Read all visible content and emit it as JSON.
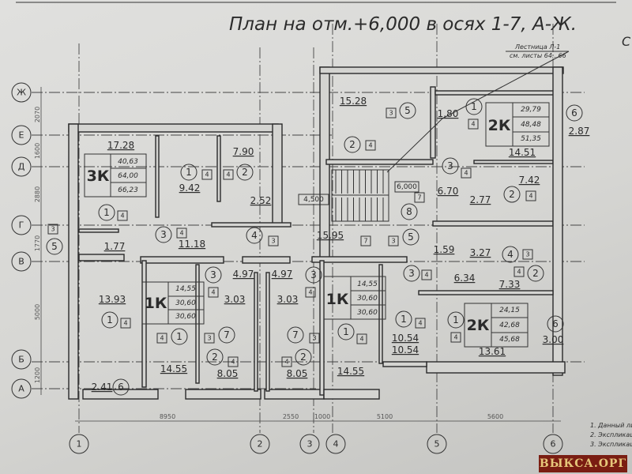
{
  "title": "План на отм.+6,000 в осях 1-7, А-Ж.",
  "stair_note": {
    "line1": "Лестница Л-1",
    "line2": "см. листы 64...66"
  },
  "axes_rows": [
    "Ж",
    "Е",
    "Д",
    "Г",
    "В",
    "Б",
    "А"
  ],
  "axes_cols": [
    "1",
    "2",
    "3",
    "4",
    "5",
    "6"
  ],
  "row_dims": [
    "2070",
    "1600",
    "2880",
    "1770",
    "5000",
    "1200"
  ],
  "col_dims": [
    "8950",
    "2550",
    "1000",
    "5100",
    "5600"
  ],
  "apartments": [
    {
      "type": "3К",
      "areas": [
        "40,63",
        "64,00",
        "66,23"
      ]
    },
    {
      "type": "2К",
      "areas": [
        "29,79",
        "48,48",
        "51,35"
      ]
    },
    {
      "type": "1К",
      "areas": [
        "14,55",
        "30,60",
        "30,60"
      ]
    },
    {
      "type": "1К",
      "areas": [
        "14,55",
        "30,60",
        "30,60"
      ]
    },
    {
      "type": "2К",
      "areas": [
        "24,15",
        "42,68",
        "45,68"
      ]
    }
  ],
  "room_areas": [
    "17.28",
    "9.42",
    "7.90",
    "2.52",
    "11.18",
    "1.77",
    "15.95",
    "15.28",
    "1.80",
    "14.51",
    "2.87",
    "7.42",
    "6.70",
    "2.77",
    "1.59",
    "3.27",
    "6.34",
    "7.33",
    "13.93",
    "14.55",
    "4.97",
    "3.03",
    "8.05",
    "4.97",
    "3.03",
    "8.05",
    "14.55",
    "10.54",
    "10.54",
    "13.61",
    "3.00",
    "2.41"
  ],
  "level_marks": [
    "4,500",
    "6,000"
  ],
  "room_type_circles": [
    "1",
    "1",
    "2",
    "3",
    "4",
    "5",
    "5",
    "2",
    "1",
    "6",
    "3",
    "2",
    "8",
    "5",
    "4",
    "3",
    "2",
    "1",
    "1",
    "3",
    "7",
    "2",
    "7",
    "2",
    "3",
    "1",
    "1",
    "1",
    "6",
    "6"
  ],
  "finish_boxes": [
    "4",
    "4",
    "4",
    "4",
    "3",
    "3",
    "3",
    "4",
    "4",
    "4",
    "4",
    "7",
    "7",
    "3",
    "3",
    "4",
    "4",
    "4",
    "4",
    "4",
    "3",
    "4",
    "4",
    "4",
    "4",
    "4",
    "4",
    "3"
  ],
  "notes": [
    "1. Данный ли",
    "2. Экспликац",
    "3. Экспликац"
  ],
  "edge_text": "С",
  "watermark": "ВЫКСА.ОРГ"
}
